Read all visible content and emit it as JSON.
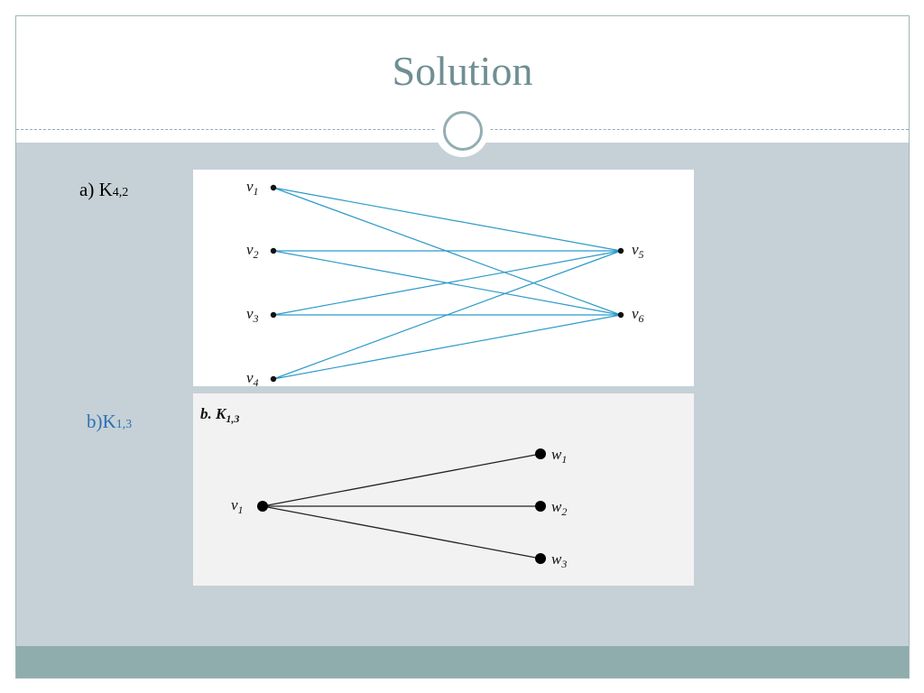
{
  "slide": {
    "title": "Solution",
    "part_a": {
      "prefix": "a) K",
      "subscript": "4,2"
    },
    "part_b": {
      "prefix": "b)K",
      "subscript": "1,3"
    },
    "colors": {
      "title": "#6f8f93",
      "content_bg": "#c5d1d7",
      "footer": "#8fadad",
      "part_b_label": "#2f6fb5",
      "edge_a": "#2c9ac9",
      "edge_b": "#222222"
    }
  },
  "graph_a": {
    "left_nodes": [
      "v1",
      "v2",
      "v3",
      "v4"
    ],
    "right_nodes": [
      "v5",
      "v6"
    ],
    "edges": [
      [
        "v1",
        "v5"
      ],
      [
        "v1",
        "v6"
      ],
      [
        "v2",
        "v5"
      ],
      [
        "v2",
        "v6"
      ],
      [
        "v3",
        "v5"
      ],
      [
        "v3",
        "v6"
      ],
      [
        "v4",
        "v5"
      ],
      [
        "v4",
        "v6"
      ]
    ]
  },
  "graph_b": {
    "title_main": "b. K",
    "title_sub": "1,3",
    "center_node": "v1",
    "leaf_nodes": [
      "w1",
      "w2",
      "w3"
    ],
    "edges": [
      [
        "v1",
        "w1"
      ],
      [
        "v1",
        "w2"
      ],
      [
        "v1",
        "w3"
      ]
    ]
  }
}
